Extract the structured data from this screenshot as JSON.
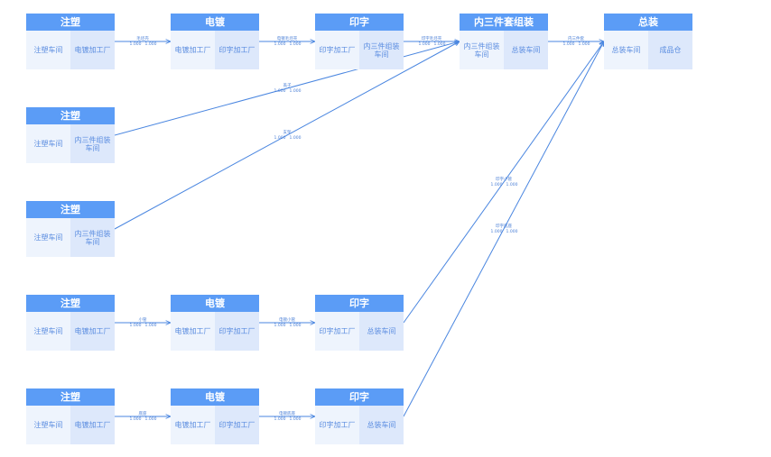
{
  "accent": "#5b9cf6",
  "edge_color": "#4a86e0",
  "nodes": [
    {
      "id": "n1",
      "title": "注塑",
      "left": "注塑车间",
      "right": "电镀加工厂"
    },
    {
      "id": "n2",
      "title": "电镀",
      "left": "电镀加工厂",
      "right": "印字加工厂"
    },
    {
      "id": "n3",
      "title": "印字",
      "left": "印字加工厂",
      "right": "内三件组装车间"
    },
    {
      "id": "n4",
      "title": "内三件套组装",
      "left": "内三件组装车间",
      "right": "总装车间"
    },
    {
      "id": "n5",
      "title": "总装",
      "left": "总装车间",
      "right": "成品仓"
    },
    {
      "id": "n6",
      "title": "注塑",
      "left": "注塑车间",
      "right": "内三件组装车间"
    },
    {
      "id": "n7",
      "title": "注塑",
      "left": "注塑车间",
      "right": "内三件组装车间"
    },
    {
      "id": "n8",
      "title": "注塑",
      "left": "注塑车间",
      "right": "电镀加工厂"
    },
    {
      "id": "n9",
      "title": "电镀",
      "left": "电镀加工厂",
      "right": "印字加工厂"
    },
    {
      "id": "n10",
      "title": "印字",
      "left": "印字加工厂",
      "right": "总装车间"
    },
    {
      "id": "n11",
      "title": "注塑",
      "left": "注塑车间",
      "right": "电镀加工厂"
    },
    {
      "id": "n12",
      "title": "电镀",
      "left": "电镀加工厂",
      "right": "印字加工厂"
    },
    {
      "id": "n13",
      "title": "印字",
      "left": "印字加工厂",
      "right": "总装车间"
    }
  ],
  "edges": [
    {
      "from": "n1",
      "to": "n2",
      "label": "毛坯壳",
      "qty_left": "1.000",
      "qty_right": "1.000"
    },
    {
      "from": "n2",
      "to": "n3",
      "label": "电镀毛坯壳",
      "qty_left": "1.000",
      "qty_right": "1.000"
    },
    {
      "from": "n3",
      "to": "n4",
      "label": "印字毛坯壳",
      "qty_left": "1.000",
      "qty_right": "1.000"
    },
    {
      "from": "n4",
      "to": "n5",
      "label": "内三件套",
      "qty_left": "1.000",
      "qty_right": "1.000"
    },
    {
      "from": "n6",
      "to": "n4",
      "label": "盖子",
      "qty_left": "1.000",
      "qty_right": "1.000"
    },
    {
      "from": "n7",
      "to": "n4",
      "label": "支架",
      "qty_left": "1.000",
      "qty_right": "1.000"
    },
    {
      "from": "n8",
      "to": "n9",
      "label": "小管",
      "qty_left": "1.000",
      "qty_right": "1.000"
    },
    {
      "from": "n9",
      "to": "n10",
      "label": "电镀小管",
      "qty_left": "1.000",
      "qty_right": "1.000"
    },
    {
      "from": "n10",
      "to": "n5",
      "label": "印字小管",
      "qty_left": "1.000",
      "qty_right": "1.000"
    },
    {
      "from": "n11",
      "to": "n12",
      "label": "底座",
      "qty_left": "1.000",
      "qty_right": "1.000"
    },
    {
      "from": "n12",
      "to": "n13",
      "label": "电镀底座",
      "qty_left": "1.000",
      "qty_right": "1.000"
    },
    {
      "from": "n13",
      "to": "n5",
      "label": "印字底座",
      "qty_left": "1.000",
      "qty_right": "1.000"
    }
  ]
}
